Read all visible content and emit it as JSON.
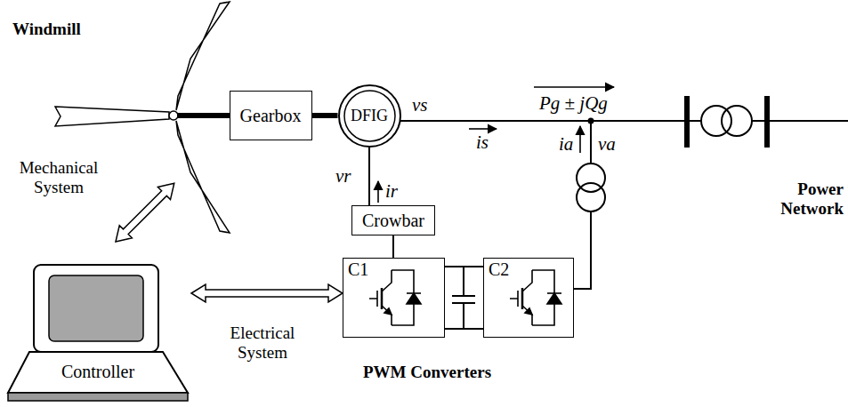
{
  "diagram": {
    "nodes": [
      {
        "text": [
          "Gearbox"
        ]
      },
      {
        "text": [
          "DFIG"
        ]
      },
      {
        "text": [
          "Crowbar"
        ]
      },
      {
        "text": [
          "C1"
        ]
      },
      {
        "text": [
          "C2"
        ]
      },
      {
        "text": [
          "Controller"
        ]
      }
    ],
    "edges": [
      {
        "from": 0,
        "to": 1,
        "arrow": "none"
      },
      {
        "from": 1,
        "to": 2,
        "arrow": "none"
      },
      {
        "from": 2,
        "to": 3,
        "arrow": "none"
      },
      {
        "from": 3,
        "to": 4,
        "arrow": "none"
      },
      {
        "from": 5,
        "to": 3,
        "arrow": "both"
      }
    ],
    "labels": [
      "Windmill",
      "vs",
      "is",
      "Pg ± jQg",
      "ia",
      "va",
      "vr",
      "ir",
      "Mechanical System",
      "Electrical System",
      "PWM Converters",
      "Power Network"
    ]
  }
}
